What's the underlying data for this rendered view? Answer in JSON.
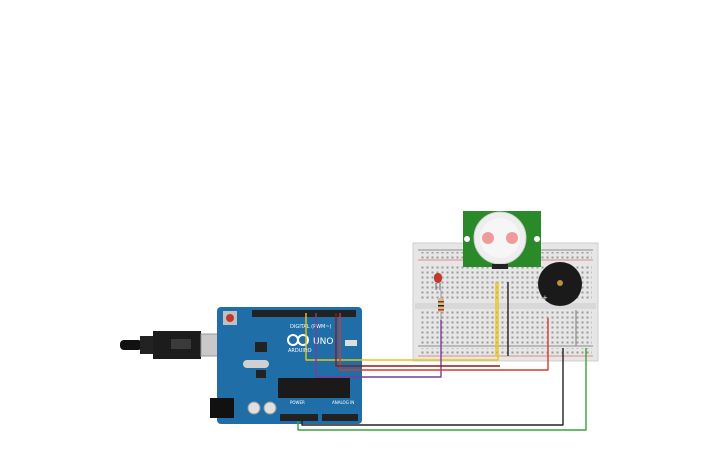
{
  "canvas": {
    "background": "#ffffff"
  },
  "arduino": {
    "brand": "ARDUINO",
    "model": "UNO",
    "digital_label": "DIGITAL (PWM~)",
    "power_label": "POWER",
    "analog_label": "ANALOG IN",
    "board_color": "#1f6ea8"
  },
  "pir_sensor": {
    "board_color": "#2a8a2a"
  },
  "led": {
    "color": "#c0392b"
  },
  "buzzer": {
    "plus_label": "+"
  },
  "wires": {
    "yellow": "#e6c619",
    "purple": "#7d3c98",
    "red": "#d63a2a",
    "black": "#222222",
    "green": "#3aa23a"
  }
}
